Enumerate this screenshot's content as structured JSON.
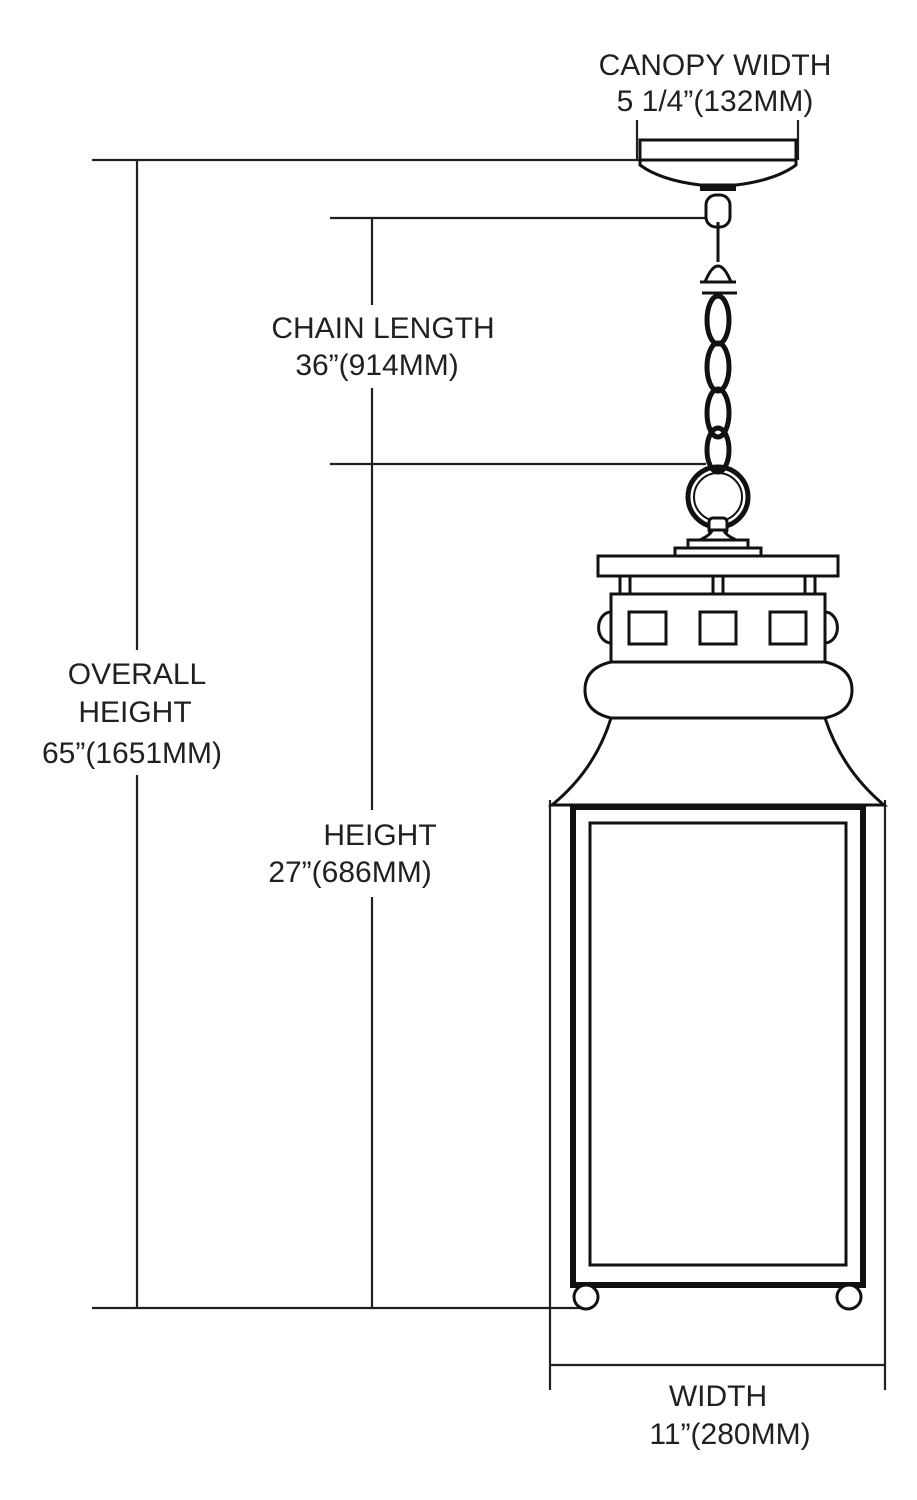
{
  "diagram": {
    "canopy": {
      "title": "CANOPY WIDTH",
      "value": "5 1/4”(132MM)"
    },
    "chain": {
      "title": "CHAIN LENGTH",
      "value": "36”(914MM)"
    },
    "overall": {
      "title_line1": "OVERALL",
      "title_line2": "HEIGHT",
      "value": "65”(1651MM)"
    },
    "height": {
      "title": "HEIGHT",
      "value": "27”(686MM)"
    },
    "width": {
      "title": "WIDTH",
      "value": "11”(280MM)"
    },
    "colors": {
      "line": "#231f20",
      "background": "#ffffff"
    }
  }
}
